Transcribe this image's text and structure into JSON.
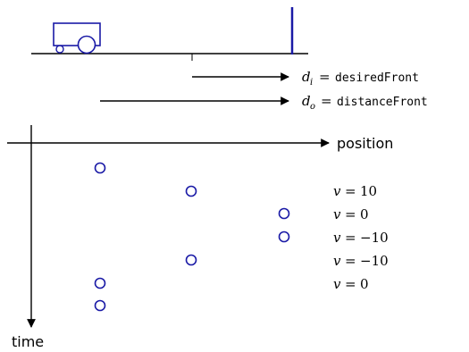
{
  "colors": {
    "ink": "#000000",
    "accent": "#1a1aa6"
  },
  "top": {
    "desired": {
      "var": "d",
      "sub": "i",
      "eq": "=",
      "name": "desiredFront"
    },
    "distance": {
      "var": "d",
      "sub": "o",
      "eq": "=",
      "name": "distanceFront"
    }
  },
  "axes": {
    "x_label": "position",
    "y_label": "time"
  },
  "velocity_labels": [
    {
      "var": "v",
      "eq": "=",
      "value": "10"
    },
    {
      "var": "v",
      "eq": "=",
      "value": "0"
    },
    {
      "var": "v",
      "eq": "=",
      "value": "−10"
    },
    {
      "var": "v",
      "eq": "=",
      "value": "−10"
    },
    {
      "var": "v",
      "eq": "=",
      "value": "0"
    }
  ]
}
